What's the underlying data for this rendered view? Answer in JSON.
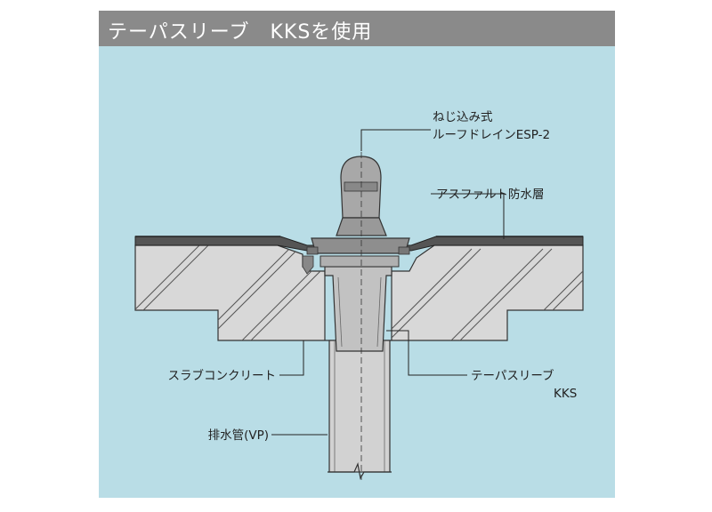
{
  "title": "テーパスリーブ　KKSを使用",
  "labels": {
    "drain_line1": "ねじ込み式",
    "drain_line2": "ルーフドレインESP-2",
    "asphalt": "アスファルト防水層",
    "slab": "スラブコンクリート",
    "sleeve_line1": "テーパスリーブ",
    "sleeve_line2": "KKS",
    "pipe": "排水管(VP)"
  },
  "colors": {
    "background": "#b9dde6",
    "title_bar": "#8a8a8a",
    "concrete": "#d8d8d8",
    "drain_body": "#a8a8a8",
    "pipe": "#d2d2d2"
  }
}
